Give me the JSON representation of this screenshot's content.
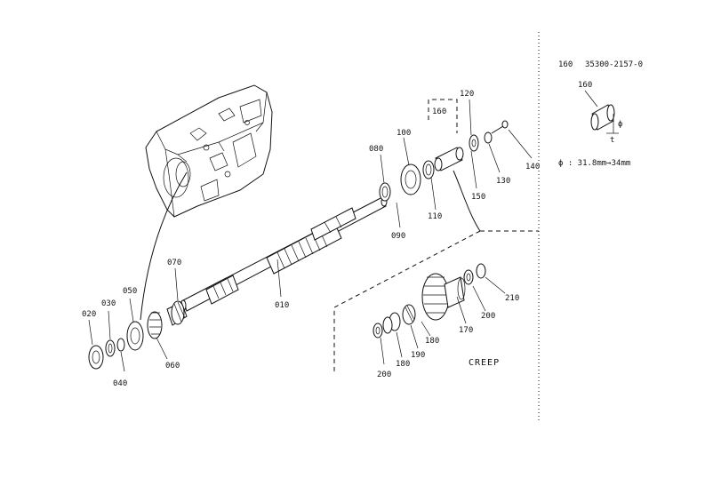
{
  "parts": {
    "p010": "010",
    "p020": "020",
    "p030": "030",
    "p040": "040",
    "p050": "050",
    "p060": "060",
    "p070": "070",
    "p080": "080",
    "p090": "090",
    "p100": "100",
    "p110": "110",
    "p120": "120",
    "p130": "130",
    "p140": "140",
    "p150": "150",
    "p160": "160",
    "p170": "170",
    "p180a": "180",
    "p180b": "180",
    "p190": "190",
    "p200a": "200",
    "p200b": "200",
    "p210": "210"
  },
  "creep_label": "CREEP",
  "spec_panel": {
    "part_no": "160",
    "part_code": "35300-2157-0",
    "detail_label": "160",
    "phi_symbol": "ϕ",
    "t_symbol": "t",
    "range": "ϕ : 31.8mm→34mm"
  }
}
